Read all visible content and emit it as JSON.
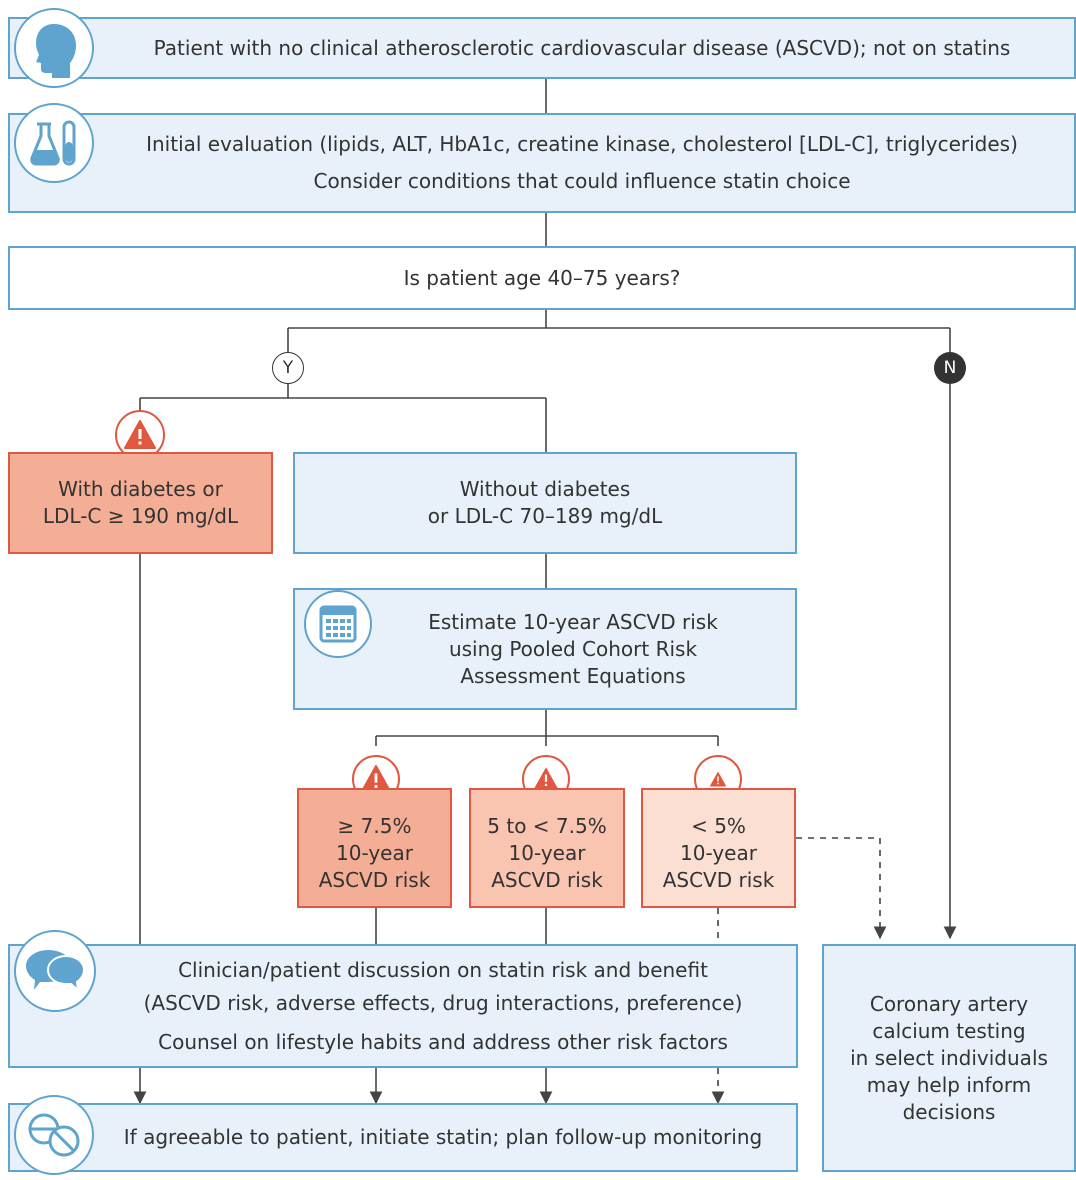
{
  "colors": {
    "border_blue": "#5fa3cf",
    "fill_blue": "#e8f1f9",
    "border_red": "#e0583f",
    "fill_red_high": "#f4ae95",
    "fill_red_mid": "#f9c4b0",
    "fill_red_low": "#fbdfd3",
    "line": "#444444"
  },
  "nodes": {
    "patient": "Patient with no clinical atherosclerotic cardiovascular disease (ASCVD); not on statins",
    "evaluation": {
      "line1": "Initial evaluation (lipids, ALT, HbA1c, creatine kinase, cholesterol [LDL-C], triglycerides)",
      "line2": "Consider conditions that could influence statin choice"
    },
    "age_question": "Is patient age 40–75 years?",
    "yes_label": "Y",
    "no_label": "N",
    "diabetes": {
      "line1": "With diabetes or",
      "line2": "LDL-C ≥ 190 mg/dL"
    },
    "no_diabetes": {
      "line1": "Without diabetes",
      "line2": "or LDL-C 70–189 mg/dL"
    },
    "estimate": {
      "line1": "Estimate 10-year ASCVD risk",
      "line2": "using Pooled Cohort Risk",
      "line3": "Assessment Equations"
    },
    "risk_high": {
      "line1": "≥ 7.5%",
      "line2": "10-year",
      "line3": "ASCVD risk"
    },
    "risk_mid": {
      "line1": "5 to < 7.5%",
      "line2": "10-year",
      "line3": "ASCVD risk"
    },
    "risk_low": {
      "line1": "< 5%",
      "line2": "10-year",
      "line3": "ASCVD risk"
    },
    "discussion": {
      "line1": "Clinician/patient discussion on statin risk and benefit",
      "line2": "(ASCVD risk, adverse effects, drug interactions, preference)",
      "line3": "Counsel on lifestyle habits and address other risk factors"
    },
    "initiate": "If agreeable to patient, initiate statin; plan follow-up monitoring",
    "calcium": {
      "line1": "Coronary artery",
      "line2": "calcium testing",
      "line3": "in select individuals",
      "line4": "may help inform",
      "line5": "decisions"
    }
  },
  "icons": {
    "patient": "head-profile-icon",
    "evaluation": "lab-flask-icon",
    "estimate": "calculator-icon",
    "discussion": "speech-bubbles-icon",
    "initiate": "pill-icon",
    "warning": "warning-icon"
  }
}
